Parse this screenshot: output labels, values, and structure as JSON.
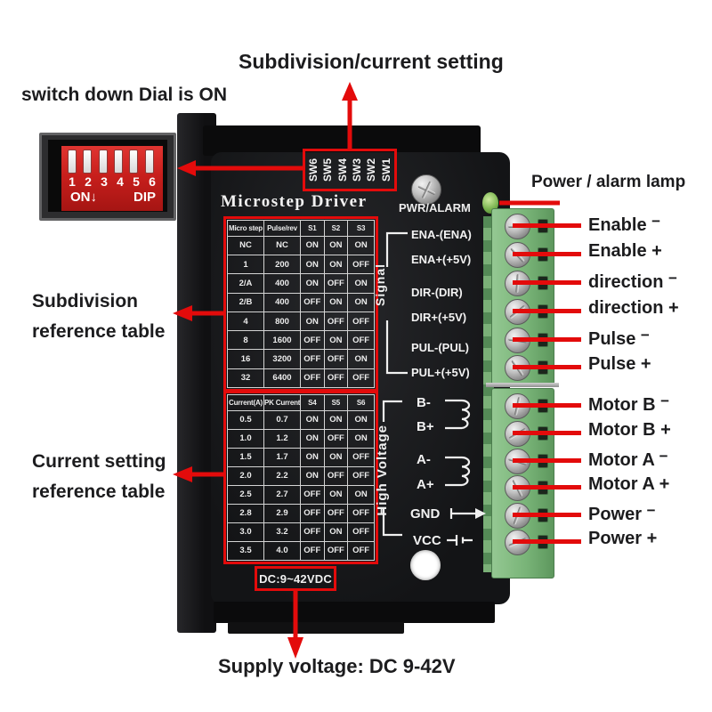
{
  "annotations": {
    "subdivision_current_setting": "Subdivision/current setting",
    "switch_down_dial": "switch down Dial is ON",
    "subdivision_ref": [
      "Subdivision",
      "reference table"
    ],
    "current_ref": [
      "Current setting",
      "reference table"
    ],
    "power_alarm_lamp": "Power / alarm lamp",
    "supply_voltage": "Supply voltage: DC 9-42V"
  },
  "device": {
    "title": "Microstep Driver",
    "indicator_label": "PWR/ALARM",
    "sw_labels": [
      "SW6",
      "SW5",
      "SW4",
      "SW3",
      "SW2",
      "SW1"
    ],
    "signal_group_label": "Signal",
    "signal_pins": [
      "ENA-(ENA)",
      "ENA+(+5V)",
      "DIR-(DIR)",
      "DIR+(+5V)",
      "PUL-(PUL)",
      "PUL+(+5V)"
    ],
    "high_voltage_group_label": "High Voltage",
    "high_voltage_pins": [
      "B-",
      "B+",
      "A-",
      "A+",
      "GND",
      "VCC"
    ],
    "supply_label": "DC:9~42VDC",
    "subdivision_table": {
      "headers": [
        "Micro step",
        "Pulse/rev",
        "S1",
        "S2",
        "S3"
      ],
      "rows": [
        [
          "NC",
          "NC",
          "ON",
          "ON",
          "ON"
        ],
        [
          "1",
          "200",
          "ON",
          "ON",
          "OFF"
        ],
        [
          "2/A",
          "400",
          "ON",
          "OFF",
          "ON"
        ],
        [
          "2/B",
          "400",
          "OFF",
          "ON",
          "ON"
        ],
        [
          "4",
          "800",
          "ON",
          "OFF",
          "OFF"
        ],
        [
          "8",
          "1600",
          "OFF",
          "ON",
          "OFF"
        ],
        [
          "16",
          "3200",
          "OFF",
          "OFF",
          "ON"
        ],
        [
          "32",
          "6400",
          "OFF",
          "OFF",
          "OFF"
        ]
      ]
    },
    "current_table": {
      "headers": [
        "Current(A)",
        "PK Current",
        "S4",
        "S5",
        "S6"
      ],
      "rows": [
        [
          "0.5",
          "0.7",
          "ON",
          "ON",
          "ON"
        ],
        [
          "1.0",
          "1.2",
          "ON",
          "OFF",
          "ON"
        ],
        [
          "1.5",
          "1.7",
          "ON",
          "ON",
          "OFF"
        ],
        [
          "2.0",
          "2.2",
          "ON",
          "OFF",
          "OFF"
        ],
        [
          "2.5",
          "2.7",
          "OFF",
          "ON",
          "ON"
        ],
        [
          "2.8",
          "2.9",
          "OFF",
          "OFF",
          "OFF"
        ],
        [
          "3.0",
          "3.2",
          "OFF",
          "ON",
          "OFF"
        ],
        [
          "3.5",
          "4.0",
          "OFF",
          "OFF",
          "OFF"
        ]
      ]
    }
  },
  "dip_switch": {
    "numbers": [
      "1",
      "2",
      "3",
      "4",
      "5",
      "6"
    ],
    "on_label": "ON",
    "on_arrow_icon": "↓",
    "dip_label": "DIP"
  },
  "terminals": {
    "labels": [
      {
        "text": "Enable",
        "sign": "−"
      },
      {
        "text": "Enable",
        "sign": "+"
      },
      {
        "text": "direction",
        "sign": "−"
      },
      {
        "text": "direction",
        "sign": "+"
      },
      {
        "text": "Pulse",
        "sign": "−"
      },
      {
        "text": "Pulse",
        "sign": "+"
      },
      {
        "text": "Motor B",
        "sign": "−"
      },
      {
        "text": "Motor B",
        "sign": "+"
      },
      {
        "text": "Motor A",
        "sign": "−"
      },
      {
        "text": "Motor A",
        "sign": "+"
      },
      {
        "text": "Power",
        "sign": "−"
      },
      {
        "text": "Power",
        "sign": "+"
      }
    ]
  },
  "colors": {
    "annotation_red": "#e30b0b",
    "device_black": "#17181a",
    "terminal_green": "#79b478",
    "dip_red": "#c81f1c",
    "led_green": "#74b04a"
  }
}
